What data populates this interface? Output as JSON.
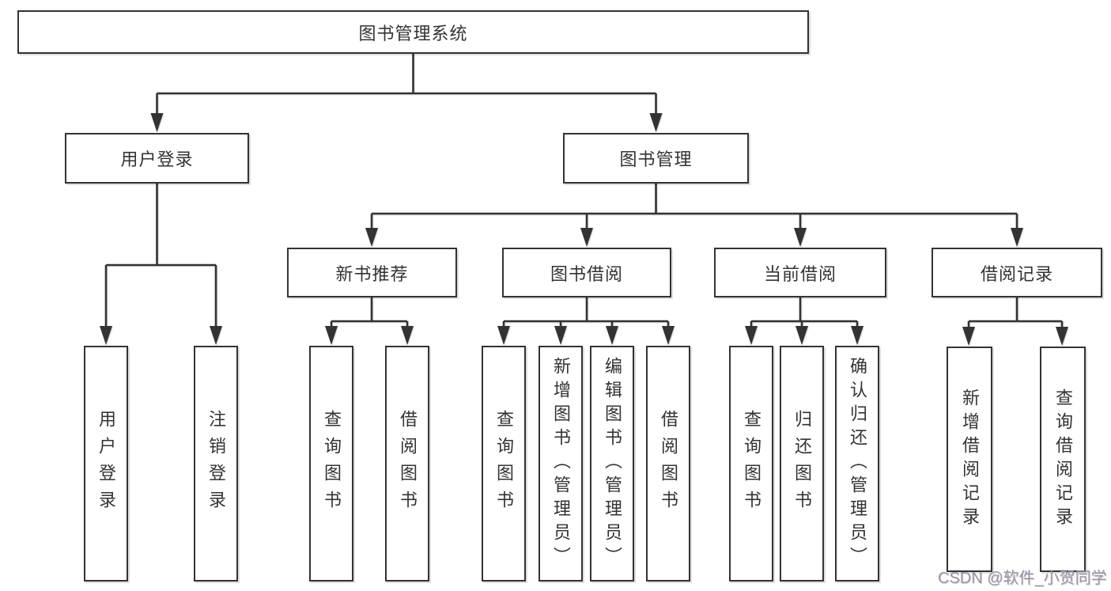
{
  "tree": {
    "root": {
      "label": "图书管理系统",
      "children": [
        {
          "label": "用户登录",
          "children": [
            {
              "label": "用户登录"
            },
            {
              "label": "注销登录"
            }
          ]
        },
        {
          "label": "图书管理",
          "children": [
            {
              "label": "新书推荐",
              "children": [
                {
                  "label": "查询图书"
                },
                {
                  "label": "借阅图书"
                }
              ]
            },
            {
              "label": "图书借阅",
              "children": [
                {
                  "label": "查询图书"
                },
                {
                  "label": "新增图书（管理员）"
                },
                {
                  "label": "编辑图书（管理员）"
                },
                {
                  "label": "借阅图书"
                }
              ]
            },
            {
              "label": "当前借阅",
              "children": [
                {
                  "label": "查询图书"
                },
                {
                  "label": "归还图书"
                },
                {
                  "label": "确认归还（管理员）"
                }
              ]
            },
            {
              "label": "借阅记录",
              "children": [
                {
                  "label": "新增借阅记录"
                },
                {
                  "label": "查询借阅记录"
                }
              ]
            }
          ]
        }
      ]
    }
  },
  "watermark": "CSDN @软件_小贺同学",
  "colors": {
    "line": "#333333",
    "box_background": "#ffffff",
    "text": "#333333",
    "watermark": "#98989e"
  }
}
